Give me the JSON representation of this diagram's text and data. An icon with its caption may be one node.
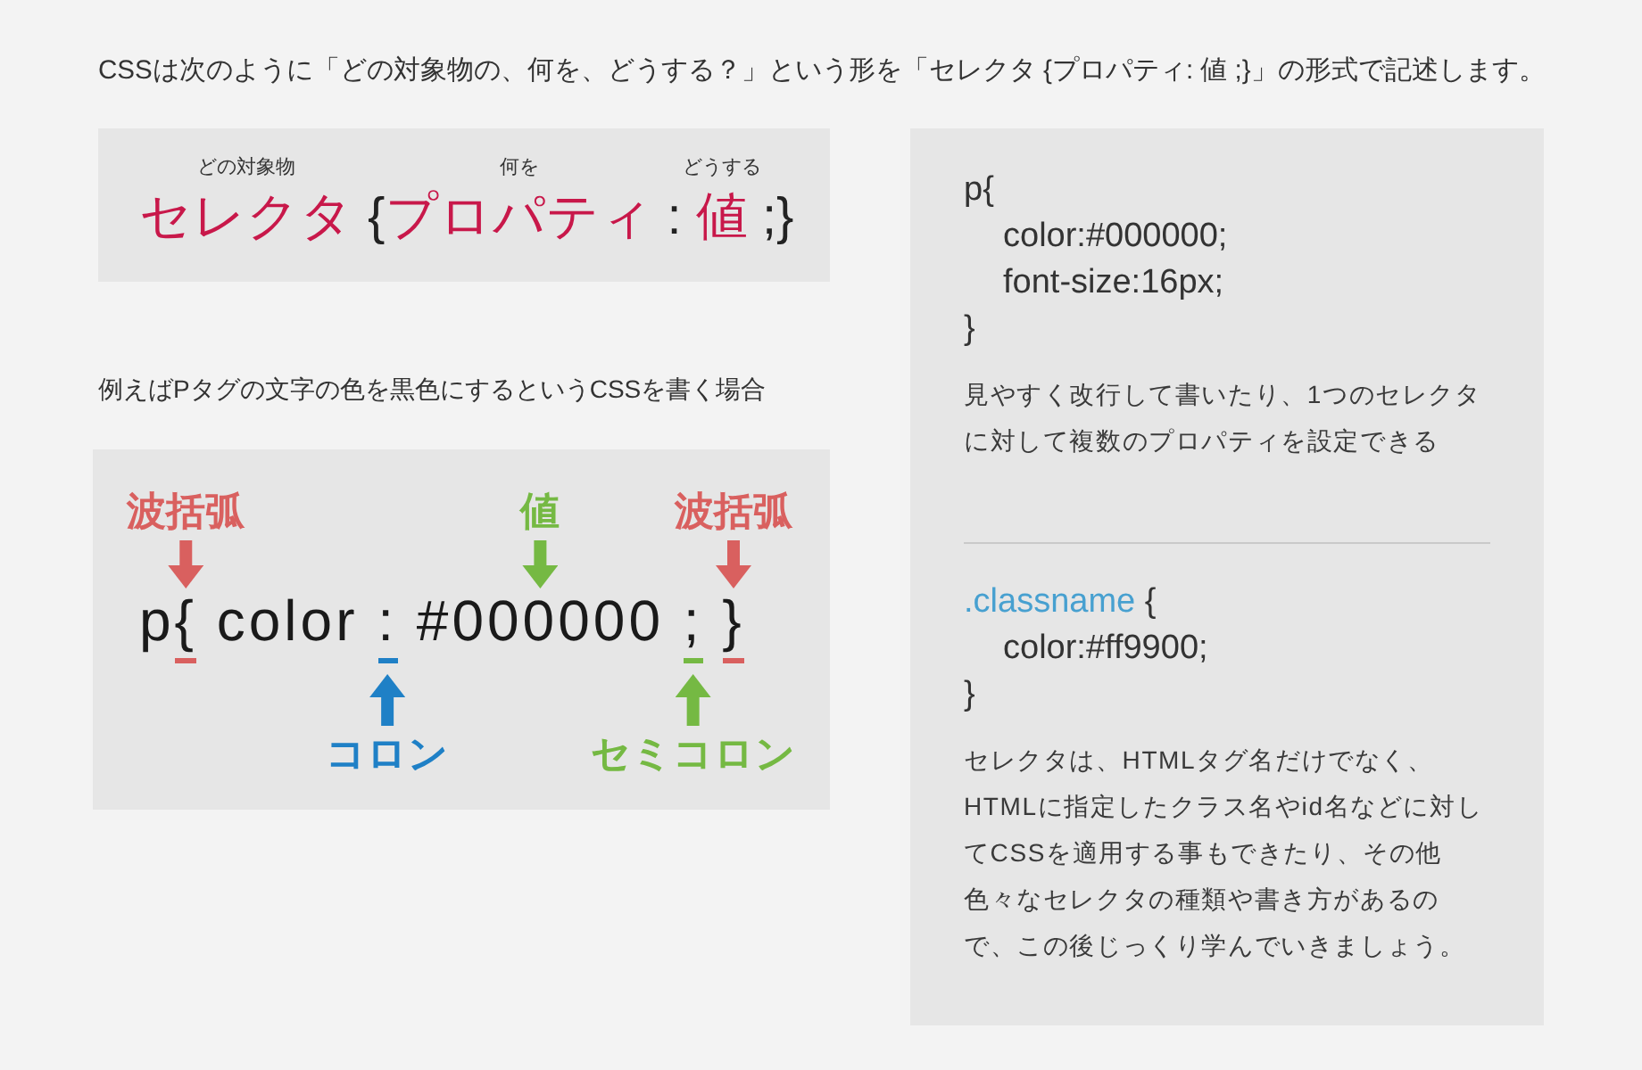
{
  "diagram": {
    "title": "CSSは次のように「どの対象物の、何を、どうする？」という形を「セレクタ {プロパティ: 値 ;}」の形式で記述します。",
    "nodes": [
      {
        "text": [
          "どの対象物",
          "何を",
          "どうする",
          "セレクタ {プロパティ : 値 ;}"
        ]
      },
      {
        "text": [
          "例えばPタグの文字の色を黒色にするというCSSを書く場合"
        ]
      },
      {
        "text": [
          "波括弧"
        ],
        "in": 1
      },
      {
        "text": [
          "値"
        ],
        "in": 1
      },
      {
        "text": [
          "波括弧"
        ],
        "in": 1
      },
      {
        "text": [
          "p{ color : #000000 ; }"
        ],
        "in": 1
      },
      {
        "text": [
          "コロン"
        ],
        "in": 1
      },
      {
        "text": [
          "セミコロン"
        ],
        "in": 1
      },
      {
        "text": [
          "p{ color:#000000; font-size:16px; }",
          "見やすく改行して書いたり、1つのセレクタに対して複数のプロパティを設定できる",
          ".classname { color:#ff9900; }",
          "セレクタは、HTMLタグ名だけでなく、HTMLに指定したクラス名やid名などに対してCSSを適用する事もできたり、その他色々なセレクタの種類や書き方があるので、この後じっくり学んでいきましょう。"
        ]
      }
    ],
    "edges": [
      {
        "from": 2,
        "to": 5,
        "arrow": "to",
        "color": "#d9605f"
      },
      {
        "from": 3,
        "to": 5,
        "arrow": "to",
        "color": "#75b943"
      },
      {
        "from": 4,
        "to": 5,
        "arrow": "to",
        "color": "#d9605f"
      },
      {
        "from": 6,
        "to": 5,
        "arrow": "to",
        "color": "#1f80c6"
      },
      {
        "from": 7,
        "to": 5,
        "arrow": "to",
        "color": "#75b943"
      }
    ]
  }
}
